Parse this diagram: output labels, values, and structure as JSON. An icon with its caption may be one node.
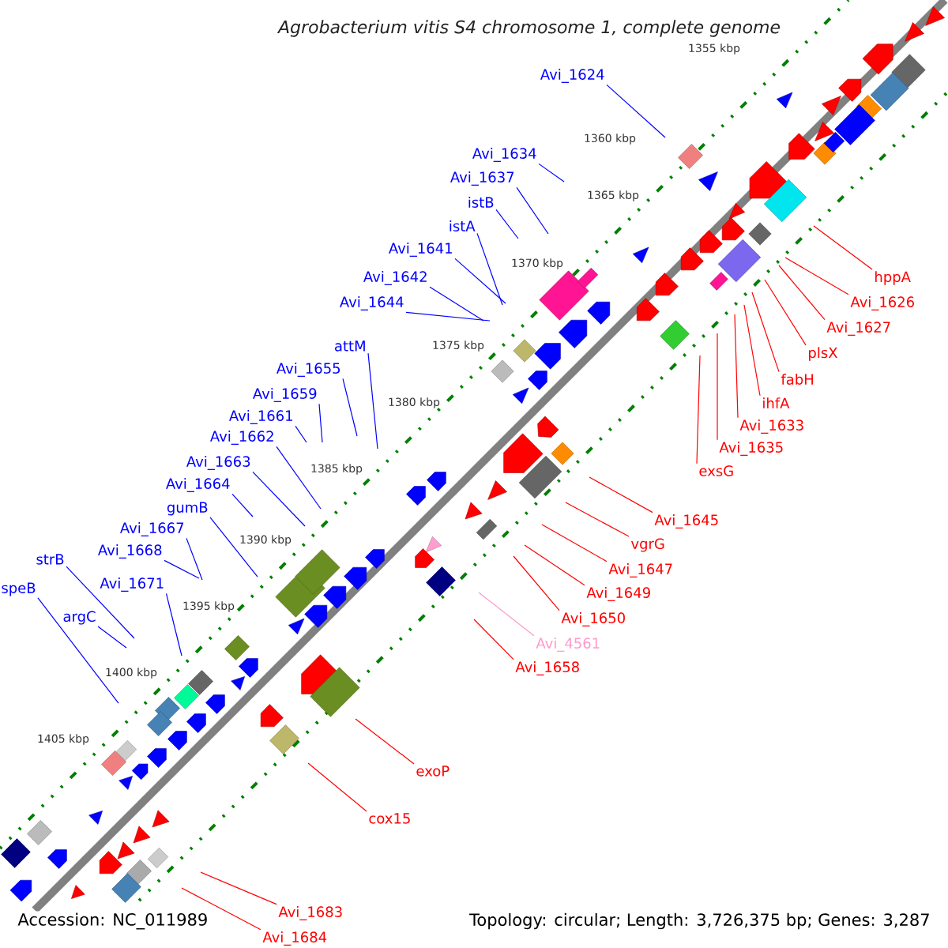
{
  "diagram": {
    "title": "Agrobacterium vitis S4 chromosome 1, complete genome",
    "nodes": [
      {
        "text": [
          "Avi_1624"
        ]
      },
      {
        "text": [
          "Avi_1634"
        ]
      },
      {
        "text": [
          "Avi_1637"
        ]
      },
      {
        "text": [
          "istB"
        ]
      },
      {
        "text": [
          "istA"
        ]
      },
      {
        "text": [
          "Avi_1641"
        ]
      },
      {
        "text": [
          "Avi_1642"
        ]
      },
      {
        "text": [
          "Avi_1644"
        ]
      },
      {
        "text": [
          "attM"
        ]
      },
      {
        "text": [
          "Avi_1655"
        ]
      },
      {
        "text": [
          "Avi_1659"
        ]
      },
      {
        "text": [
          "Avi_1661"
        ]
      },
      {
        "text": [
          "Avi_1662"
        ]
      },
      {
        "text": [
          "Avi_1663"
        ]
      },
      {
        "text": [
          "Avi_1664"
        ]
      },
      {
        "text": [
          "gumB"
        ]
      },
      {
        "text": [
          "Avi_1667"
        ]
      },
      {
        "text": [
          "Avi_1668"
        ]
      },
      {
        "text": [
          "strB"
        ]
      },
      {
        "text": [
          "Avi_1671"
        ]
      },
      {
        "text": [
          "speB"
        ]
      },
      {
        "text": [
          "argC"
        ]
      },
      {
        "text": [
          "hppA"
        ]
      },
      {
        "text": [
          "Avi_1626"
        ]
      },
      {
        "text": [
          "Avi_1627"
        ]
      },
      {
        "text": [
          "plsX"
        ]
      },
      {
        "text": [
          "fabH"
        ]
      },
      {
        "text": [
          "ihfA"
        ]
      },
      {
        "text": [
          "Avi_1633"
        ]
      },
      {
        "text": [
          "Avi_1635"
        ]
      },
      {
        "text": [
          "exsG"
        ]
      },
      {
        "text": [
          "Avi_1645"
        ]
      },
      {
        "text": [
          "vgrG"
        ]
      },
      {
        "text": [
          "Avi_1647"
        ]
      },
      {
        "text": [
          "Avi_1649"
        ]
      },
      {
        "text": [
          "Avi_1650"
        ]
      },
      {
        "text": [
          "Avi_4561"
        ]
      },
      {
        "text": [
          "Avi_1658"
        ]
      },
      {
        "text": [
          "exoP"
        ]
      },
      {
        "text": [
          "cox15"
        ]
      },
      {
        "text": [
          "Avi_1683"
        ]
      },
      {
        "text": [
          "Avi_1684"
        ]
      }
    ],
    "edges": [
      {
        "from": 0,
        "to": null,
        "arrow": "none"
      },
      {
        "from": 1,
        "to": null,
        "arrow": "none"
      },
      {
        "from": 2,
        "to": null,
        "arrow": "none"
      },
      {
        "from": 3,
        "to": null,
        "arrow": "none"
      },
      {
        "from": 4,
        "to": null,
        "arrow": "none"
      },
      {
        "from": 5,
        "to": null,
        "arrow": "none"
      },
      {
        "from": 6,
        "to": null,
        "arrow": "none"
      },
      {
        "from": 7,
        "to": null,
        "arrow": "none"
      },
      {
        "from": 8,
        "to": null,
        "arrow": "none"
      },
      {
        "from": 9,
        "to": null,
        "arrow": "none"
      },
      {
        "from": 10,
        "to": null,
        "arrow": "none"
      },
      {
        "from": 11,
        "to": null,
        "arrow": "none"
      },
      {
        "from": 12,
        "to": null,
        "arrow": "none"
      },
      {
        "from": 13,
        "to": null,
        "arrow": "none"
      },
      {
        "from": 14,
        "to": null,
        "arrow": "none"
      },
      {
        "from": 15,
        "to": null,
        "arrow": "none"
      },
      {
        "from": 16,
        "to": null,
        "arrow": "none"
      },
      {
        "from": 17,
        "to": null,
        "arrow": "none"
      },
      {
        "from": 18,
        "to": null,
        "arrow": "none"
      },
      {
        "from": 19,
        "to": null,
        "arrow": "none"
      },
      {
        "from": 20,
        "to": null,
        "arrow": "none"
      },
      {
        "from": 21,
        "to": null,
        "arrow": "none"
      },
      {
        "from": 22,
        "to": null,
        "arrow": "none",
        "color": "#ff0000"
      },
      {
        "from": 23,
        "to": null,
        "arrow": "none",
        "color": "#ff0000"
      },
      {
        "from": 24,
        "to": null,
        "arrow": "none",
        "color": "#ff0000"
      },
      {
        "from": 25,
        "to": null,
        "arrow": "none",
        "color": "#ff0000"
      },
      {
        "from": 26,
        "to": null,
        "arrow": "none",
        "color": "#ff0000"
      },
      {
        "from": 27,
        "to": null,
        "arrow": "none",
        "color": "#ff0000"
      },
      {
        "from": 28,
        "to": null,
        "arrow": "none",
        "color": "#ff0000"
      },
      {
        "from": 29,
        "to": null,
        "arrow": "none",
        "color": "#ff0000"
      },
      {
        "from": 30,
        "to": null,
        "arrow": "none",
        "color": "#ff0000"
      },
      {
        "from": 31,
        "to": null,
        "arrow": "none",
        "color": "#ff0000"
      },
      {
        "from": 32,
        "to": null,
        "arrow": "none",
        "color": "#ff0000"
      },
      {
        "from": 33,
        "to": null,
        "arrow": "none",
        "color": "#ff0000"
      },
      {
        "from": 34,
        "to": null,
        "arrow": "none",
        "color": "#ff0000"
      },
      {
        "from": 35,
        "to": null,
        "arrow": "none",
        "color": "#ff0000"
      },
      {
        "from": 36,
        "to": null,
        "arrow": "none",
        "color": "#ff99cc"
      },
      {
        "from": 37,
        "to": null,
        "arrow": "none",
        "color": "#ff0000"
      },
      {
        "from": 38,
        "to": null,
        "arrow": "none",
        "color": "#ff0000"
      },
      {
        "from": 39,
        "to": null,
        "arrow": "none",
        "color": "#ff0000"
      },
      {
        "from": 40,
        "to": null,
        "arrow": "none",
        "color": "#ff0000"
      },
      {
        "from": 41,
        "to": null,
        "arrow": "none",
        "color": "#ff0000"
      }
    ],
    "labels": [
      "1355 kbp",
      "1360 kbp",
      "1365 kbp",
      "1370 kbp",
      "1375 kbp",
      "1380 kbp",
      "1385 kbp",
      "1390 kbp",
      "1395 kbp",
      "1400 kbp",
      "1405 kbp",
      "Accession: NC_011989",
      "Topology: circular; Length: 3,726,375 bp; Genes: 3,287"
    ]
  }
}
